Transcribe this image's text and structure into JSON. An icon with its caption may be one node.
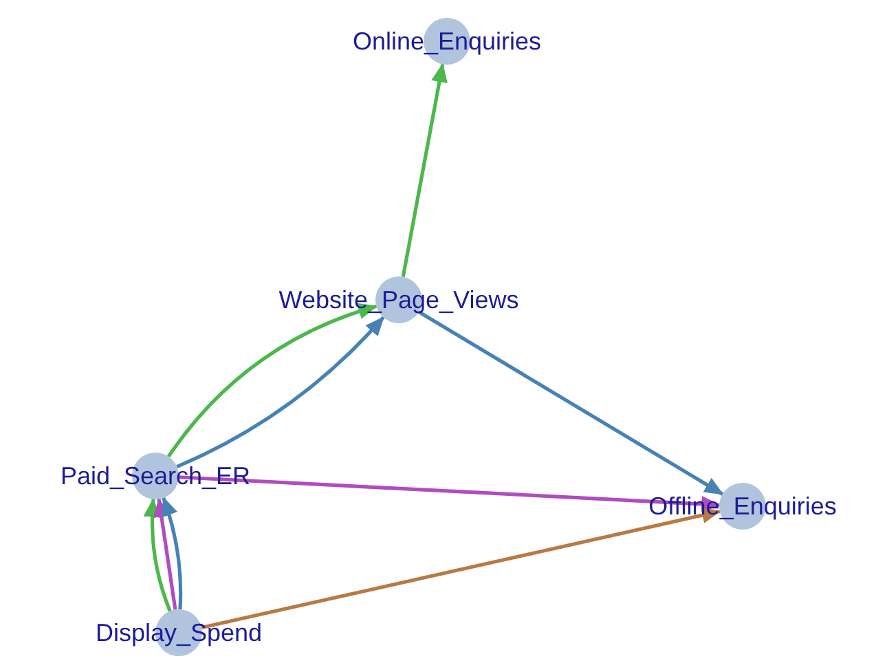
{
  "diagram": {
    "nodes": [
      {
        "text": [
          "Online_Enquiries"
        ]
      },
      {
        "text": [
          "Website_Page_Views"
        ]
      },
      {
        "text": [
          "Paid_Search_ER"
        ]
      },
      {
        "text": [
          "Offline_Enquiries"
        ]
      },
      {
        "text": [
          "Display_Spend"
        ]
      }
    ],
    "edges": [
      {
        "from": 1,
        "to": 0,
        "arrow": "to",
        "color": "#4cb84c"
      },
      {
        "from": 2,
        "to": 1,
        "arrow": "to",
        "color": "#4cb84c"
      },
      {
        "from": 2,
        "to": 1,
        "arrow": "to",
        "color": "#4682b4"
      },
      {
        "from": 1,
        "to": 3,
        "arrow": "to",
        "color": "#4682b4"
      },
      {
        "from": 2,
        "to": 3,
        "arrow": "to",
        "color": "#b04cc0"
      },
      {
        "from": 4,
        "to": 3,
        "arrow": "to",
        "color": "#b87a45"
      },
      {
        "from": 4,
        "to": 2,
        "arrow": "to",
        "color": "#4cb84c"
      },
      {
        "from": 4,
        "to": 2,
        "arrow": "to",
        "color": "#b04cc0"
      },
      {
        "from": 4,
        "to": 2,
        "arrow": "to",
        "color": "#4682b4"
      }
    ]
  }
}
